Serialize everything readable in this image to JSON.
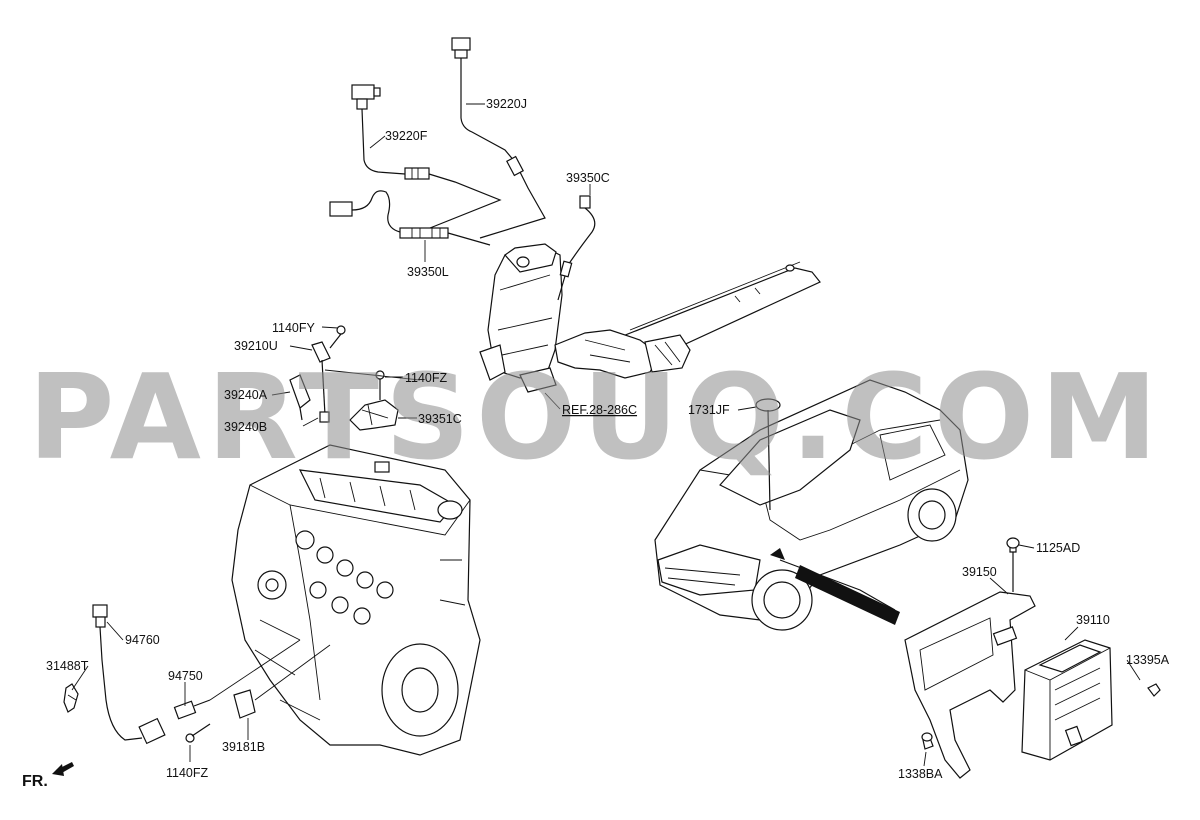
{
  "diagram": {
    "watermark": "PARTSOUQ.COM",
    "front_indicator": "FR.",
    "reference": "REF.28-286C",
    "labels": {
      "p39220J": "39220J",
      "p39220F": "39220F",
      "p39350C": "39350C",
      "p39350L": "39350L",
      "p1140FY": "1140FY",
      "p39210U": "39210U",
      "p1140FZ_top": "1140FZ",
      "p39240A": "39240A",
      "p39240B": "39240B",
      "p39351C": "39351C",
      "p1731JF": "1731JF",
      "p1125AD": "1125AD",
      "p39150": "39150",
      "p39110": "39110",
      "p13395A": "13395A",
      "p1338BA": "1338BA",
      "p94760": "94760",
      "p31488T": "31488T",
      "p94750": "94750",
      "p39181B": "39181B",
      "p1140FZ_bottom": "1140FZ"
    }
  }
}
